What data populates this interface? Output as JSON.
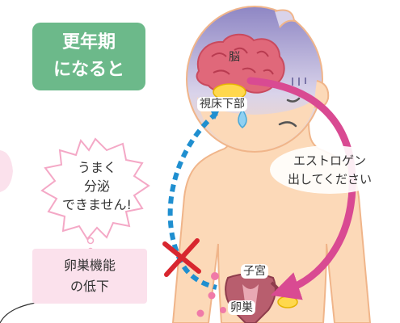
{
  "title": {
    "line1": "更年期",
    "line2": "になると"
  },
  "labels": {
    "brain": "脳",
    "hypothalamus": "視床下部",
    "uterus": "子宮",
    "ovary": "卵巣"
  },
  "speech": {
    "line1": "エストロゲン",
    "line2": "出してください"
  },
  "reply": {
    "line1": "うまく",
    "line2": "分泌",
    "line3": "できません!"
  },
  "status": {
    "line1": "卵巣機能",
    "line2": "の低下"
  },
  "colors": {
    "title_bg": "#6cb98a",
    "skin": "#fcd9b8",
    "skin_outline": "#f0b58a",
    "arrow_pink": "#d94a92",
    "arrow_blue": "#1f8fd0",
    "cross_red": "#d8262f",
    "status_bg": "#fbe1ec",
    "brain": "#e0687a"
  }
}
